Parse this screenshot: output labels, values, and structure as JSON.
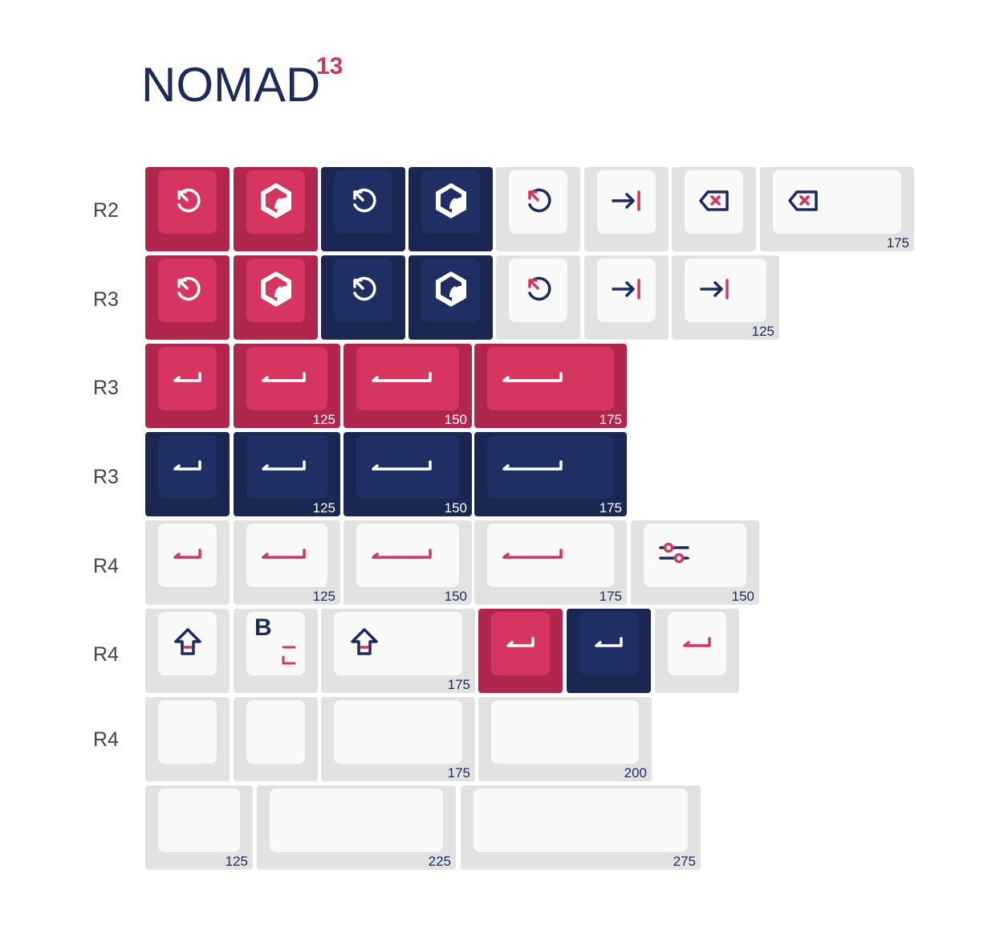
{
  "title": {
    "name": "NOMAD",
    "superscript": "13"
  },
  "colors": {
    "navy": "#1c2a5c",
    "red": "#d6355f",
    "red_base": "#b0264c",
    "navy_base": "#1a2752",
    "white_top": "#f9f9f9",
    "white_base": "#e2e2e2"
  },
  "row_labels": [
    "R2",
    "R3",
    "R3",
    "R3",
    "R4",
    "R4",
    "R4"
  ],
  "rows": [
    {
      "label": "R2",
      "keys": [
        {
          "color": "red",
          "icon": "timer-reset-icon",
          "size": ""
        },
        {
          "color": "red",
          "icon": "nomad-cube-logo-icon",
          "size": ""
        },
        {
          "color": "navy",
          "icon": "timer-reset-icon",
          "size": ""
        },
        {
          "color": "navy",
          "icon": "nomad-cube-logo-icon",
          "size": ""
        },
        {
          "color": "white",
          "icon": "timer-reset-icon",
          "size": ""
        },
        {
          "color": "white",
          "icon": "tab-arrow-icon",
          "size": ""
        },
        {
          "color": "white",
          "icon": "backspace-icon",
          "size": ""
        },
        {
          "color": "white",
          "icon": "backspace-icon",
          "size": "175"
        }
      ]
    },
    {
      "label": "R3",
      "keys": [
        {
          "color": "red",
          "icon": "timer-reset-icon",
          "size": ""
        },
        {
          "color": "red",
          "icon": "nomad-cube-logo-icon",
          "size": ""
        },
        {
          "color": "navy",
          "icon": "timer-reset-icon",
          "size": ""
        },
        {
          "color": "navy",
          "icon": "nomad-cube-logo-icon",
          "size": ""
        },
        {
          "color": "white",
          "icon": "timer-reset-icon",
          "size": ""
        },
        {
          "color": "white",
          "icon": "tab-arrow-icon",
          "size": ""
        },
        {
          "color": "white",
          "icon": "tab-arrow-icon",
          "size": "125"
        }
      ]
    },
    {
      "label": "R3",
      "keys": [
        {
          "color": "red",
          "icon": "enter-icon",
          "size": ""
        },
        {
          "color": "red",
          "icon": "enter-icon",
          "size": "125"
        },
        {
          "color": "red",
          "icon": "enter-icon",
          "size": "150"
        },
        {
          "color": "red",
          "icon": "enter-icon",
          "size": "175"
        }
      ]
    },
    {
      "label": "R3",
      "keys": [
        {
          "color": "navy",
          "icon": "enter-icon",
          "size": ""
        },
        {
          "color": "navy",
          "icon": "enter-icon",
          "size": "125"
        },
        {
          "color": "navy",
          "icon": "enter-icon",
          "size": "150"
        },
        {
          "color": "navy",
          "icon": "enter-icon",
          "size": "175"
        }
      ]
    },
    {
      "label": "R4",
      "keys": [
        {
          "color": "white",
          "icon": "enter-icon",
          "size": ""
        },
        {
          "color": "white",
          "icon": "enter-icon",
          "size": "125"
        },
        {
          "color": "white",
          "icon": "enter-icon",
          "size": "150"
        },
        {
          "color": "white",
          "icon": "enter-icon",
          "size": "175"
        },
        {
          "color": "white",
          "icon": "sliders-icon",
          "size": "150"
        }
      ]
    },
    {
      "label": "R4",
      "keys": [
        {
          "color": "white",
          "icon": "shift-arrow-icon",
          "size": ""
        },
        {
          "color": "white",
          "icon": "b-key-legend",
          "letter": "B",
          "size": ""
        },
        {
          "color": "white",
          "icon": "shift-arrow-icon",
          "size": "175"
        },
        {
          "color": "red",
          "icon": "enter-icon",
          "size": ""
        },
        {
          "color": "navy",
          "icon": "enter-icon",
          "size": ""
        },
        {
          "color": "white",
          "icon": "enter-icon",
          "size": ""
        }
      ]
    },
    {
      "label": "R4",
      "keys": [
        {
          "color": "white",
          "icon": "",
          "size": ""
        },
        {
          "color": "white",
          "icon": "",
          "size": ""
        },
        {
          "color": "white",
          "icon": "",
          "size": "175"
        },
        {
          "color": "white",
          "icon": "",
          "size": "200"
        }
      ]
    },
    {
      "label": "",
      "keys": [
        {
          "color": "white",
          "icon": "",
          "size": "125"
        },
        {
          "color": "white",
          "icon": "",
          "size": "225"
        },
        {
          "color": "white",
          "icon": "",
          "size": "275"
        }
      ]
    }
  ]
}
